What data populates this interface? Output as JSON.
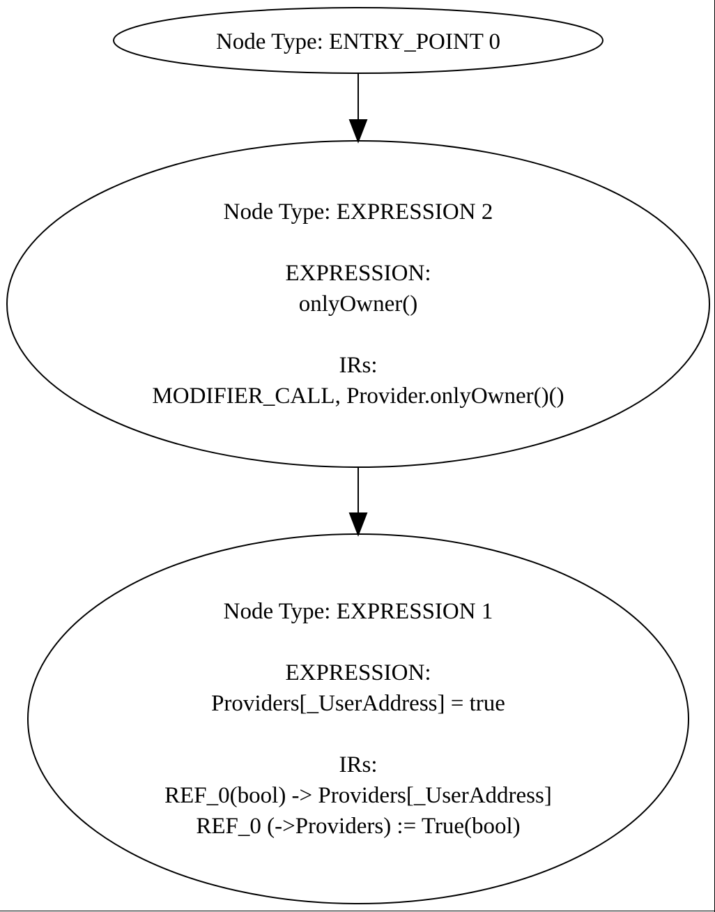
{
  "graph": {
    "nodes": [
      {
        "id": "entry_point_0",
        "lines": [
          "Node Type: ENTRY_POINT 0"
        ]
      },
      {
        "id": "expression_2",
        "lines": [
          "Node Type: EXPRESSION 2",
          "",
          "EXPRESSION:",
          "onlyOwner()",
          "",
          "IRs:",
          "MODIFIER_CALL, Provider.onlyOwner()()"
        ]
      },
      {
        "id": "expression_1",
        "lines": [
          "Node Type: EXPRESSION 1",
          "",
          "EXPRESSION:",
          "Providers[_UserAddress] = true",
          "",
          "IRs:",
          "REF_0(bool) -> Providers[_UserAddress]",
          "REF_0 (->Providers) := True(bool)"
        ]
      }
    ],
    "edges": [
      {
        "from": "entry_point_0",
        "to": "expression_2"
      },
      {
        "from": "expression_2",
        "to": "expression_1"
      }
    ]
  }
}
